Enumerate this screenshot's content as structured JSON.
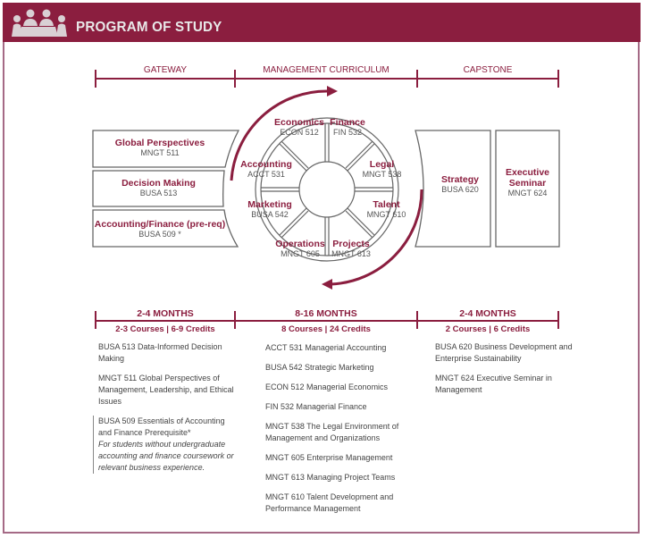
{
  "header": {
    "title": "PROGRAM OF STUDY",
    "icon": "meeting-people-icon"
  },
  "colors": {
    "brand": "#8b1e3f",
    "text": "#444444",
    "border": "#666666"
  },
  "phases": {
    "gateway": "GATEWAY",
    "management": "MANAGEMENT CURRICULUM",
    "capstone": "CAPSTONE"
  },
  "gateway_courses": [
    {
      "title": "Global Perspectives",
      "code": "MNGT 511"
    },
    {
      "title": "Decision Making",
      "code": "BUSA 513"
    },
    {
      "title": "Accounting/Finance (pre-req)",
      "code": "BUSA 509 *"
    }
  ],
  "wheel": [
    {
      "title": "Economics",
      "code": "ECON 512"
    },
    {
      "title": "Finance",
      "code": "FIN 532"
    },
    {
      "title": "Legal",
      "code": "MNGT 538"
    },
    {
      "title": "Talent",
      "code": "MNGT 610"
    },
    {
      "title": "Projects",
      "code": "MNGT 613"
    },
    {
      "title": "Operations",
      "code": "MNGT 605"
    },
    {
      "title": "Marketing",
      "code": "BUSA 542"
    },
    {
      "title": "Accounting",
      "code": "ACCT 531"
    }
  ],
  "capstone_courses": [
    {
      "title": "Strategy",
      "code": "BUSA 620"
    },
    {
      "title_line1": "Executive",
      "title_line2": "Seminar",
      "code": "MNGT 624"
    }
  ],
  "durations": {
    "gateway": {
      "months": "2-4 MONTHS",
      "credits": "2-3 Courses | 6-9 Credits"
    },
    "management": {
      "months": "8-16 MONTHS",
      "credits": "8 Courses | 24 Credits"
    },
    "capstone": {
      "months": "2-4 MONTHS",
      "credits": "2 Courses | 6 Credits"
    }
  },
  "gateway_list": {
    "item1": [
      "BUSA 513 Data-Informed Decision",
      "Making"
    ],
    "item2": [
      "MNGT 511 Global Perspectives of",
      "Management, Leadership, and Ethical",
      "Issues"
    ],
    "item3": [
      "BUSA 509 Essentials of Accounting",
      "and Finance Prerequisite*"
    ],
    "item3_note": [
      "For students without undergraduate",
      "accounting and finance coursework or",
      "relevant business experience."
    ]
  },
  "management_list": [
    [
      "ACCT 531 Managerial Accounting"
    ],
    [
      "BUSA 542 Strategic Marketing"
    ],
    [
      "ECON 512 Managerial Economics"
    ],
    [
      "FIN 532 Managerial Finance"
    ],
    [
      "MNGT 538 The Legal Environment of",
      "Management and Organizations"
    ],
    [
      "MNGT 605 Enterprise Management"
    ],
    [
      "MNGT 613 Managing Project Teams"
    ],
    [
      "MNGT 610 Talent Development and",
      "Performance Management"
    ]
  ],
  "capstone_list": [
    [
      "BUSA 620 Business Development and",
      "Enterprise Sustainability"
    ],
    [
      "MNGT 624 Executive Seminar in",
      "Management"
    ]
  ]
}
